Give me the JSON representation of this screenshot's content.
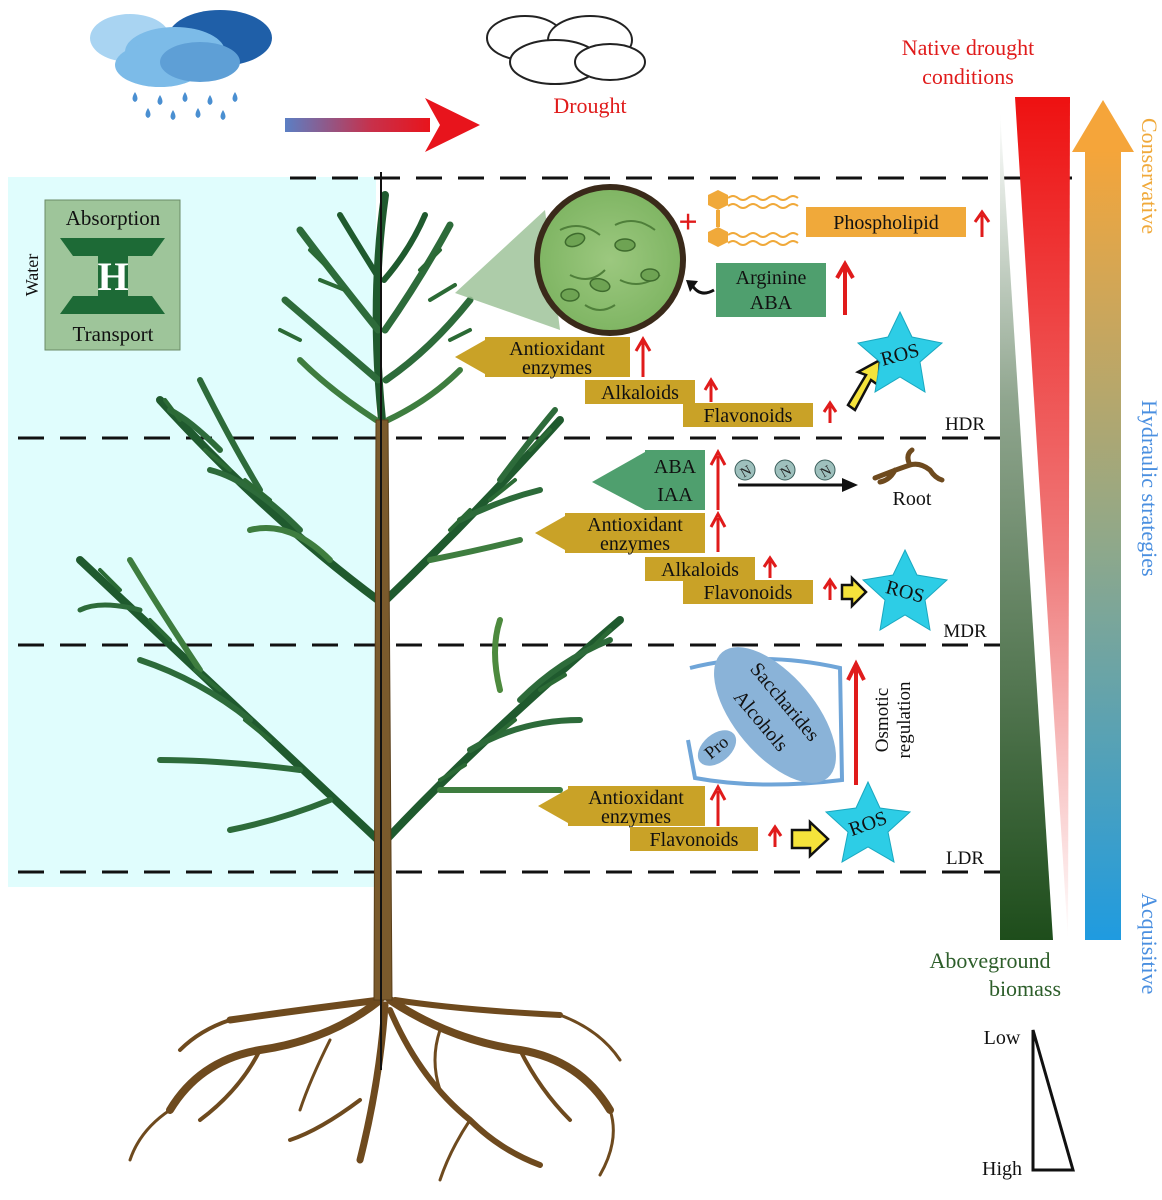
{
  "weather": {
    "drought_label": "Drought"
  },
  "water_box": {
    "side_label": "Water",
    "top_label": "Absorption",
    "bottom_label": "Transport"
  },
  "levels": {
    "hdr": "HDR",
    "mdr": "MDR",
    "ldr": "LDR"
  },
  "hdr_section": {
    "phospholipid": "Phospholipid",
    "arginine": "Arginine",
    "aba": "ABA",
    "antioxidant_line1": "Antioxidant",
    "antioxidant_line2": "enzymes",
    "alkaloids": "Alkaloids",
    "flavonoids": "Flavonoids",
    "ros": "ROS"
  },
  "mdr_section": {
    "aba": "ABA",
    "iaa": "IAA",
    "root": "Root",
    "antioxidant_line1": "Antioxidant",
    "antioxidant_line2": "enzymes",
    "alkaloids": "Alkaloids",
    "flavonoids": "Flavonoids",
    "ros": "ROS"
  },
  "ldr_section": {
    "saccharides": "Saccharides",
    "alcohols": "Alcohols",
    "pro": "Pro",
    "osmotic_line1": "Osmotic",
    "osmotic_line2": "regulation",
    "antioxidant_line1": "Antioxidant",
    "antioxidant_line2": "enzymes",
    "flavonoids": "Flavonoids",
    "ros": "ROS"
  },
  "right_panel": {
    "native_line1": "Native drought",
    "native_line2": "conditions",
    "conservative": "Conservative",
    "hydraulic": "Hydraulic strategies",
    "acquisitive": "Acquisitive",
    "biomass_line1": "Aboveground",
    "biomass_line2": "biomass",
    "low": "Low",
    "high": "High"
  },
  "colors": {
    "water_bg": "#e0fdfd",
    "gold_box": "#c9a227",
    "orange_box": "#f0a93a",
    "green_box": "#4f9f6e",
    "ros_star": "#2dcde6",
    "red": "#e01b1b",
    "needle_dark": "#1f5a2e",
    "trunk": "#7a5a2c",
    "blue_arrow": "#2b9ad9",
    "orange_arrow": "#f0a93a",
    "biomass_green": "#2d5e2a"
  }
}
